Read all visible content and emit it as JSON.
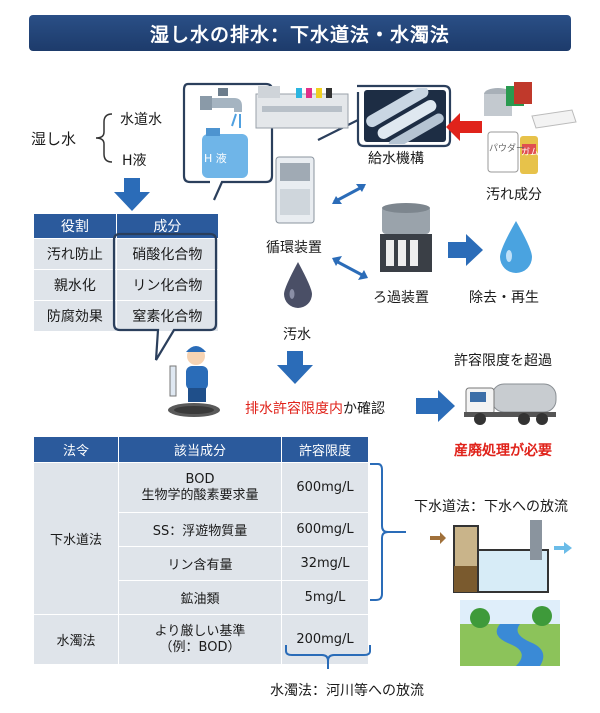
{
  "title": "湿し水の排水：下水道法・水濁法",
  "inputs": {
    "root": "湿し水",
    "items": [
      "水道水",
      "H液"
    ]
  },
  "water_can_label": "H 液",
  "role_table": {
    "headers": [
      "役割",
      "成分"
    ],
    "rows": [
      [
        "汚れ防止",
        "硝酸化合物"
      ],
      [
        "親水化",
        "リン化合物"
      ],
      [
        "防腐効果",
        "窒素化合物"
      ]
    ]
  },
  "equipment": {
    "supply": "給水機構",
    "circulation": "循環装置",
    "filter": "ろ過装置",
    "dirt": "汚れ成分",
    "removal": "除去・再生",
    "waste": "汚水",
    "powder_label": "パウダー",
    "gum_label": "ガム"
  },
  "check": {
    "highlight": "排水許容限度内",
    "rest": "か確認"
  },
  "exceed": {
    "label": "許容限度を超過",
    "action": "産廃処理が必要"
  },
  "law_table": {
    "headers": [
      "法令",
      "該当成分",
      "許容限度"
    ],
    "rows": [
      {
        "law": "下水道法",
        "component": "BOD\n生物学的酸素要求量",
        "limit": "600mg/L"
      },
      {
        "law": "",
        "component": "SS：浮遊物質量",
        "limit": "600mg/L"
      },
      {
        "law": "",
        "component": "リン含有量",
        "limit": "32mg/L"
      },
      {
        "law": "",
        "component": "鉱油類",
        "limit": "5mg/L"
      },
      {
        "law": "水濁法",
        "component": "より厳しい基準\n（例：BOD）",
        "limit": "200mg/L"
      }
    ]
  },
  "discharge": {
    "sewer": "下水道法：下水への放流",
    "river": "水濁法：河川等への放流"
  },
  "colors": {
    "title_bg": "#1d3b6b",
    "table_header": "#2b5a9c",
    "table_cell": "#dfe4ea",
    "arrow": "#2b6cb8",
    "alert": "#e0231b"
  }
}
